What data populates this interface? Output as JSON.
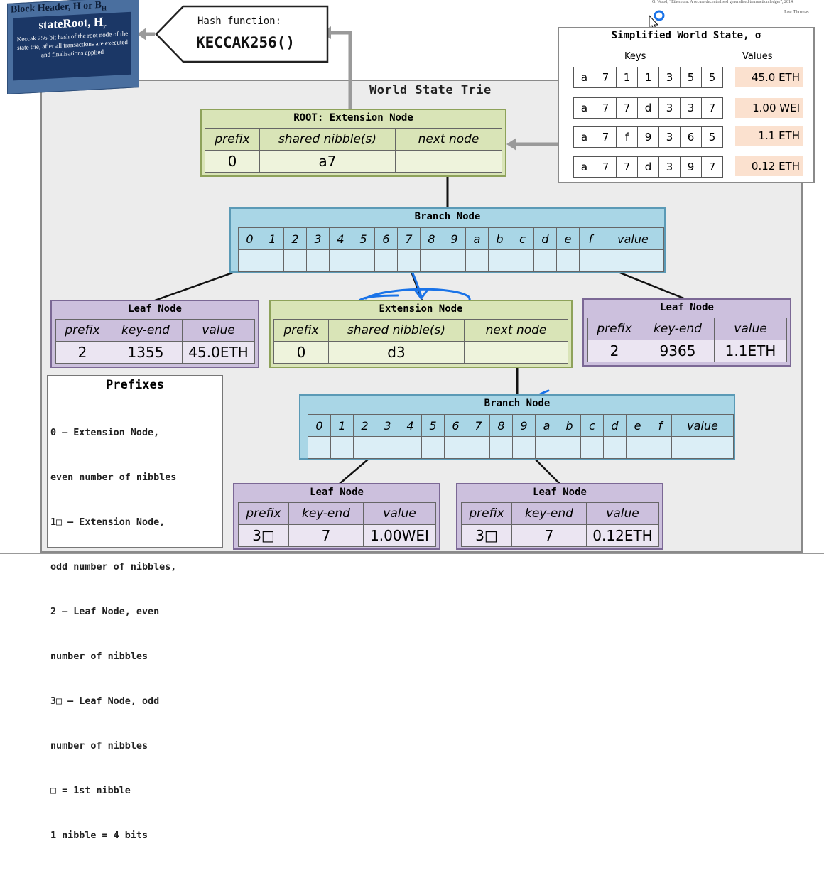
{
  "block_header": {
    "title": "Block Header, H or B",
    "title_sub": "H",
    "state_root": "stateRoot, H",
    "state_root_sub": "r",
    "description": "Keccak 256-bit hash of the root node of the state trie, after all transactions are executed and finalisations applied"
  },
  "hash_function": {
    "label": "Hash function:",
    "name": "KECCAK256()"
  },
  "citation": {
    "line1": "G. Wood, “Ethereum: A secure decentralised generalised transaction ledger”, 2014.",
    "author": "Lee Thomas"
  },
  "world_state_trie": {
    "title": "World State Trie"
  },
  "simplified_world_state": {
    "title": "Simplified World State, σ",
    "keys_header": "Keys",
    "values_header": "Values",
    "rows": [
      {
        "key": [
          "a",
          "7",
          "1",
          "1",
          "3",
          "5",
          "5"
        ],
        "value": "45.0 ETH"
      },
      {
        "key": [
          "a",
          "7",
          "7",
          "d",
          "3",
          "3",
          "7"
        ],
        "value": "1.00 WEI"
      },
      {
        "key": [
          "a",
          "7",
          "f",
          "9",
          "3",
          "6",
          "5"
        ],
        "value": "1.1 ETH"
      },
      {
        "key": [
          "a",
          "7",
          "7",
          "d",
          "3",
          "9",
          "7"
        ],
        "value": "0.12 ETH"
      }
    ]
  },
  "root_node": {
    "title": "ROOT: Extension Node",
    "headers": [
      "prefix",
      "shared nibble(s)",
      "next node"
    ],
    "values": [
      "0",
      "a7",
      ""
    ]
  },
  "branch_node_1": {
    "title": "Branch Node",
    "slots": [
      "0",
      "1",
      "2",
      "3",
      "4",
      "5",
      "6",
      "7",
      "8",
      "9",
      "a",
      "b",
      "c",
      "d",
      "e",
      "f",
      "value"
    ]
  },
  "leaf_left": {
    "title": "Leaf Node",
    "headers": [
      "prefix",
      "key-end",
      "value"
    ],
    "values": [
      "2",
      "1355",
      "45.0ETH"
    ]
  },
  "extension_node": {
    "title": "Extension Node",
    "headers": [
      "prefix",
      "shared nibble(s)",
      "next node"
    ],
    "values": [
      "0",
      "d3",
      ""
    ]
  },
  "leaf_right": {
    "title": "Leaf Node",
    "headers": [
      "prefix",
      "key-end",
      "value"
    ],
    "values": [
      "2",
      "9365",
      "1.1ETH"
    ]
  },
  "branch_node_2": {
    "title": "Branch Node",
    "slots": [
      "0",
      "1",
      "2",
      "3",
      "4",
      "5",
      "6",
      "7",
      "8",
      "9",
      "a",
      "b",
      "c",
      "d",
      "e",
      "f",
      "value"
    ]
  },
  "leaf_bottom_left": {
    "title": "Leaf Node",
    "headers": [
      "prefix",
      "key-end",
      "value"
    ],
    "values": [
      "3□",
      "7",
      "1.00WEI"
    ]
  },
  "leaf_bottom_right": {
    "title": "Leaf Node",
    "headers": [
      "prefix",
      "key-end",
      "value"
    ],
    "values": [
      "3□",
      "7",
      "0.12ETH"
    ]
  },
  "prefixes": {
    "title": "Prefixes",
    "lines": [
      "0 – Extension Node,",
      "even number of nibbles",
      "1□ – Extension Node,",
      "odd number of nibbles,",
      "2 – Leaf Node, even",
      "number of nibbles",
      "3□ – Leaf Node, odd",
      "number of nibbles",
      "□ = 1st nibble",
      "1 nibble = 4 bits"
    ]
  },
  "colors": {
    "extension": "#d9e4b7",
    "branch": "#a9d6e6",
    "leaf": "#ccc0dd",
    "annotation": "#1a73e8",
    "value_cell": "#fbe1cf"
  }
}
